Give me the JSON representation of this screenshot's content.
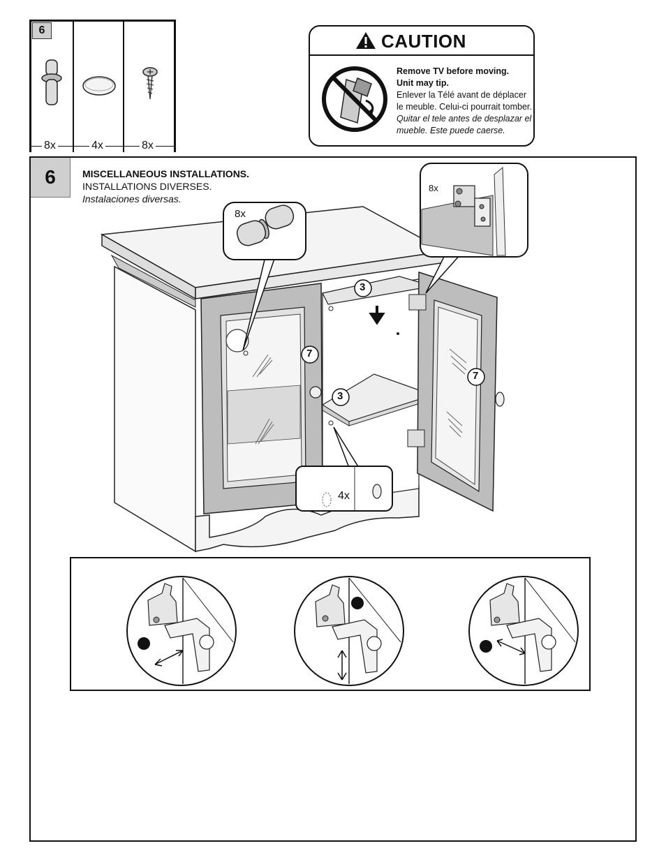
{
  "hardware": {
    "step": "6",
    "items": [
      {
        "icon": "shelf-pin-icon",
        "qty": "8x"
      },
      {
        "icon": "bumper-pad-icon",
        "qty": "4x"
      },
      {
        "icon": "screw-icon",
        "qty": "8x"
      }
    ]
  },
  "caution": {
    "title": "CAUTION",
    "line1": "Remove TV before moving.",
    "line2": "Unit may tip.",
    "fr1": "Enlever la Télé avant de déplacer",
    "fr2": "le meuble. Celui-ci pourrait tomber.",
    "es1": "Quitar el tele antes de desplazar el",
    "es2": "mueble. Este puede caerse."
  },
  "step": {
    "number": "6",
    "title_en": "MISCELLANEOUS INSTALLATIONS.",
    "title_fr": "INSTALLATIONS DIVERSES.",
    "title_es": "Instalaciones diversas."
  },
  "callouts": {
    "pin_qty": "8x",
    "hinge_qty": "8x",
    "bumper_qty": "4x",
    "part_shelf_top": "3",
    "part_shelf_bottom": "3",
    "part_door_left": "7",
    "part_door_right": "7"
  }
}
